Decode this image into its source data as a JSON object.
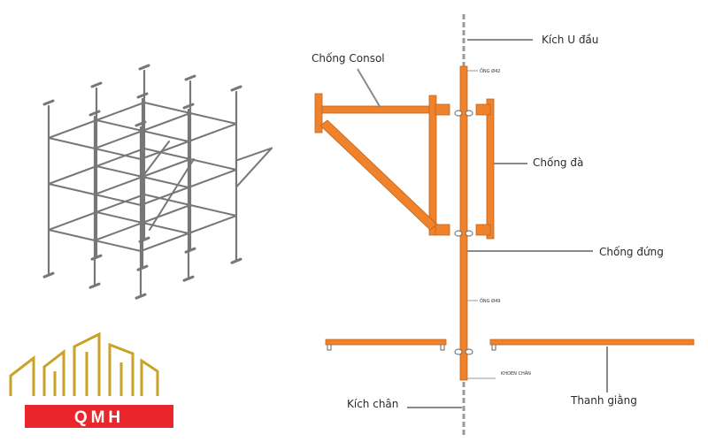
{
  "labels": {
    "kich_u_dau": "Kích U đầu",
    "chong_consol": "Chống Consol",
    "ong_top": "ỐNG Ø42",
    "chong_da": "Chống đà",
    "chong_dung": "Chống đứng",
    "ong_mid": "ỐNG Ø49",
    "khoen_chan": "KHOEN CHÂN",
    "kich_chan": "Kích chân",
    "thanh_giang": "Thanh giằng"
  },
  "logo": {
    "text": "QMH"
  },
  "colors": {
    "pipe_orange": "#f0822b",
    "leader_gray": "#8a8a8a",
    "logo_gold": "#c9a227",
    "logo_red": "#e8262b",
    "frame_gray": "#777777"
  }
}
